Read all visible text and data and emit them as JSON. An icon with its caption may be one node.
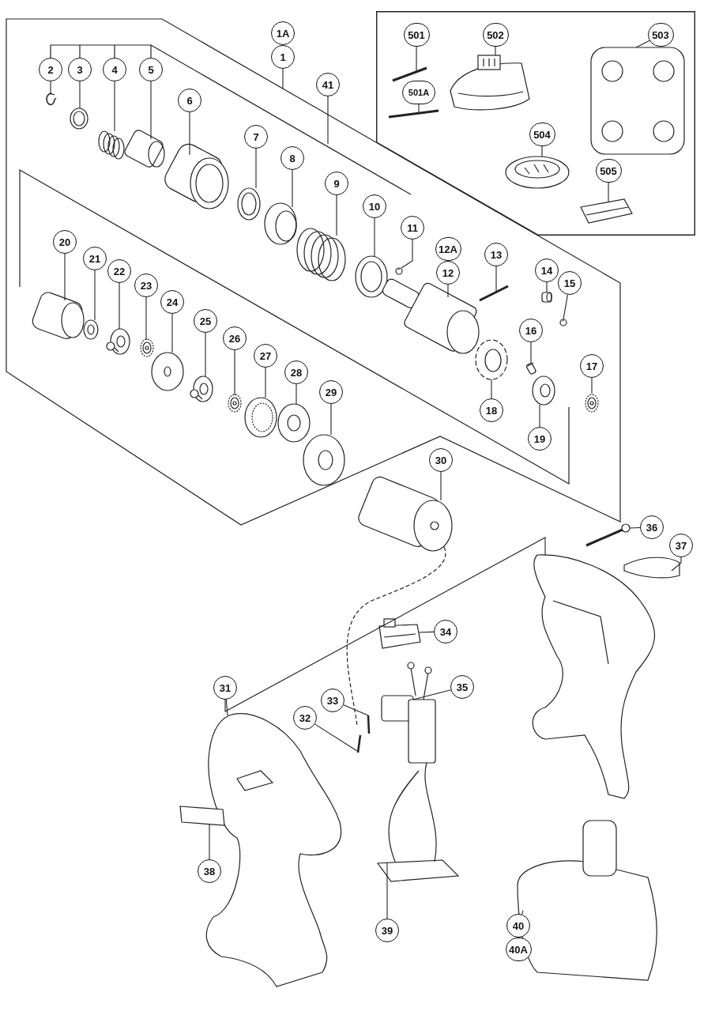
{
  "diagram": {
    "nodes": [
      {
        "text": [
          "1A"
        ]
      },
      {
        "text": [
          "1"
        ]
      },
      {
        "text": [
          "2"
        ]
      },
      {
        "text": [
          "3"
        ]
      },
      {
        "text": [
          "4"
        ]
      },
      {
        "text": [
          "5"
        ]
      },
      {
        "text": [
          "6"
        ]
      },
      {
        "text": [
          "7"
        ]
      },
      {
        "text": [
          "8"
        ]
      },
      {
        "text": [
          "9"
        ]
      },
      {
        "text": [
          "10"
        ]
      },
      {
        "text": [
          "11"
        ]
      },
      {
        "text": [
          "12A"
        ]
      },
      {
        "text": [
          "12"
        ]
      },
      {
        "text": [
          "13"
        ]
      },
      {
        "text": [
          "14"
        ]
      },
      {
        "text": [
          "15"
        ]
      },
      {
        "text": [
          "16"
        ]
      },
      {
        "text": [
          "17"
        ]
      },
      {
        "text": [
          "18"
        ]
      },
      {
        "text": [
          "19"
        ]
      },
      {
        "text": [
          "20"
        ]
      },
      {
        "text": [
          "21"
        ]
      },
      {
        "text": [
          "22"
        ]
      },
      {
        "text": [
          "23"
        ]
      },
      {
        "text": [
          "24"
        ]
      },
      {
        "text": [
          "25"
        ]
      },
      {
        "text": [
          "26"
        ]
      },
      {
        "text": [
          "27"
        ]
      },
      {
        "text": [
          "28"
        ]
      },
      {
        "text": [
          "29"
        ]
      },
      {
        "text": [
          "30"
        ]
      },
      {
        "text": [
          "31"
        ]
      },
      {
        "text": [
          "32"
        ]
      },
      {
        "text": [
          "33"
        ]
      },
      {
        "text": [
          "34"
        ]
      },
      {
        "text": [
          "35"
        ]
      },
      {
        "text": [
          "36"
        ]
      },
      {
        "text": [
          "37"
        ]
      },
      {
        "text": [
          "38"
        ]
      },
      {
        "text": [
          "39"
        ]
      },
      {
        "text": [
          "40"
        ]
      },
      {
        "text": [
          "40A"
        ]
      },
      {
        "text": [
          "41"
        ]
      },
      {
        "text": [],
        "shape": "box"
      },
      {
        "text": [
          "501"
        ],
        "in": 44
      },
      {
        "text": [
          "501A"
        ],
        "in": 44
      },
      {
        "text": [
          "502"
        ],
        "in": 44
      },
      {
        "text": [
          "503"
        ],
        "in": 44
      },
      {
        "text": [
          "504"
        ],
        "in": 44
      },
      {
        "text": [
          "505"
        ],
        "in": 44
      },
      {
        "text": [],
        "shape": "picture"
      },
      {
        "text": [],
        "shape": "picture"
      },
      {
        "text": [],
        "shape": "picture"
      },
      {
        "text": [],
        "shape": "picture"
      },
      {
        "text": [],
        "shape": "picture"
      },
      {
        "text": [],
        "shape": "picture"
      },
      {
        "text": [],
        "shape": "picture"
      },
      {
        "text": [],
        "shape": "picture"
      },
      {
        "text": [],
        "shape": "picture"
      },
      {
        "text": [],
        "shape": "picture"
      },
      {
        "text": [],
        "shape": "picture"
      },
      {
        "text": [],
        "shape": "picture"
      },
      {
        "text": [],
        "shape": "picture"
      },
      {
        "text": [],
        "shape": "picture"
      },
      {
        "text": [],
        "shape": "picture"
      },
      {
        "text": [],
        "shape": "picture"
      },
      {
        "text": [],
        "shape": "picture"
      },
      {
        "text": [],
        "shape": "picture"
      },
      {
        "text": [],
        "shape": "picture"
      },
      {
        "text": [],
        "shape": "picture"
      },
      {
        "text": [],
        "shape": "picture"
      },
      {
        "text": [],
        "shape": "picture"
      },
      {
        "text": [],
        "shape": "picture"
      },
      {
        "text": [],
        "shape": "picture"
      },
      {
        "text": [],
        "shape": "picture"
      },
      {
        "text": [],
        "shape": "picture"
      },
      {
        "text": [],
        "shape": "picture"
      },
      {
        "text": [],
        "shape": "picture"
      },
      {
        "text": [],
        "shape": "picture"
      },
      {
        "text": [],
        "shape": "picture"
      },
      {
        "text": [],
        "shape": "picture"
      },
      {
        "text": [],
        "shape": "picture"
      },
      {
        "text": [],
        "shape": "picture"
      },
      {
        "text": [],
        "shape": "picture"
      },
      {
        "text": [],
        "shape": "picture"
      },
      {
        "text": [],
        "shape": "picture"
      },
      {
        "text": [],
        "shape": "picture"
      },
      {
        "text": [],
        "shape": "picture"
      },
      {
        "text": [],
        "shape": "picture"
      },
      {
        "text": [],
        "shape": "picture"
      },
      {
        "text": [],
        "shape": "picture",
        "in": 44
      },
      {
        "text": [],
        "shape": "picture",
        "in": 44
      },
      {
        "text": [],
        "shape": "picture",
        "in": 44
      },
      {
        "text": [],
        "shape": "picture",
        "in": 44
      },
      {
        "text": [],
        "shape": "picture",
        "in": 44
      },
      {
        "text": [],
        "shape": "picture",
        "in": 44
      }
    ],
    "edges": [
      {
        "from": 1,
        "to": null,
        "arrow": "none"
      },
      {
        "from": 2,
        "to": 51,
        "arrow": "none"
      },
      {
        "from": 3,
        "to": 52,
        "arrow": "none"
      },
      {
        "from": 4,
        "to": 53,
        "arrow": "none"
      },
      {
        "from": 5,
        "to": 54,
        "arrow": "none"
      },
      {
        "from": 6,
        "to": 55,
        "arrow": "none"
      },
      {
        "from": 7,
        "to": 56,
        "arrow": "none"
      },
      {
        "from": 8,
        "to": 57,
        "arrow": "none"
      },
      {
        "from": 9,
        "to": 58,
        "arrow": "none"
      },
      {
        "from": 10,
        "to": 59,
        "arrow": "none"
      },
      {
        "from": 11,
        "to": 60,
        "arrow": "none"
      },
      {
        "from": 13,
        "to": 61,
        "arrow": "none"
      },
      {
        "from": 14,
        "to": 62,
        "arrow": "none"
      },
      {
        "from": 15,
        "to": 63,
        "arrow": "none"
      },
      {
        "from": 16,
        "to": 64,
        "arrow": "none"
      },
      {
        "from": 17,
        "to": 65,
        "arrow": "none"
      },
      {
        "from": 18,
        "to": 66,
        "arrow": "none"
      },
      {
        "from": 19,
        "to": 67,
        "arrow": "none"
      },
      {
        "from": 20,
        "to": 68,
        "arrow": "none"
      },
      {
        "from": 21,
        "to": 69,
        "arrow": "none"
      },
      {
        "from": 22,
        "to": 70,
        "arrow": "none"
      },
      {
        "from": 23,
        "to": 71,
        "arrow": "none"
      },
      {
        "from": 24,
        "to": 72,
        "arrow": "none"
      },
      {
        "from": 25,
        "to": 73,
        "arrow": "none"
      },
      {
        "from": 26,
        "to": 74,
        "arrow": "none"
      },
      {
        "from": 27,
        "to": 75,
        "arrow": "none"
      },
      {
        "from": 28,
        "to": 76,
        "arrow": "none"
      },
      {
        "from": 29,
        "to": 77,
        "arrow": "none"
      },
      {
        "from": 30,
        "to": 78,
        "arrow": "none"
      },
      {
        "from": 31,
        "to": 79,
        "arrow": "none"
      },
      {
        "from": 32,
        "to": 80,
        "arrow": "none"
      },
      {
        "from": 32,
        "to": 90,
        "arrow": "none"
      },
      {
        "from": 33,
        "to": 81,
        "arrow": "none"
      },
      {
        "from": 34,
        "to": 82,
        "arrow": "none"
      },
      {
        "from": 35,
        "to": 83,
        "arrow": "none"
      },
      {
        "from": 36,
        "to": 84,
        "arrow": "none"
      },
      {
        "from": 37,
        "to": 85,
        "arrow": "none"
      },
      {
        "from": 38,
        "to": 86,
        "arrow": "none"
      },
      {
        "from": 39,
        "to": 87,
        "arrow": "none"
      },
      {
        "from": 40,
        "to": 88,
        "arrow": "none"
      },
      {
        "from": 41,
        "to": 89,
        "arrow": "none"
      },
      {
        "from": 43,
        "to": null,
        "arrow": "none"
      },
      {
        "from": 45,
        "to": 91,
        "arrow": "none"
      },
      {
        "from": 46,
        "to": 92,
        "arrow": "none"
      },
      {
        "from": 47,
        "to": 93,
        "arrow": "none"
      },
      {
        "from": 48,
        "to": 94,
        "arrow": "none"
      },
      {
        "from": 49,
        "to": 95,
        "arrow": "none"
      },
      {
        "from": 50,
        "to": 96,
        "arrow": "none"
      }
    ]
  }
}
